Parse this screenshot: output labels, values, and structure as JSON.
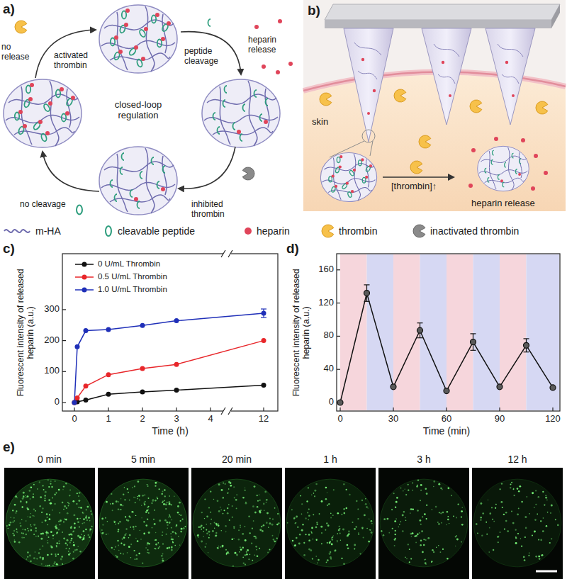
{
  "diagram": {
    "nodes": [
      {
        "text": [
          "skin",
          "[thrombin]↑",
          "heparin release"
        ]
      },
      {
        "text": [
          "0 min"
        ]
      },
      {
        "text": [
          "5 min"
        ]
      },
      {
        "text": [
          "20 min"
        ]
      },
      {
        "text": [
          "1 h"
        ]
      },
      {
        "text": [
          "3 h"
        ]
      },
      {
        "text": [
          "12 h"
        ]
      }
    ],
    "labels": [
      "a)",
      "activated thrombin",
      "peptide cleavage",
      "heparin release",
      "inhibited thrombin",
      "no cleavage",
      "no release",
      "closed-loop regulation",
      "b)",
      "c)",
      "Fluorescent intensity of released heparin (a.u.)",
      "0",
      "100",
      "200",
      "300",
      "0",
      "1",
      "2",
      "3",
      "4",
      "12",
      "Time (h)",
      "d)",
      "Fluorescent intensity of released heparin (a.u.)",
      "0",
      "40",
      "80",
      "120",
      "160",
      "0",
      "30",
      "60",
      "90",
      "120",
      "Time (min)",
      "e)"
    ],
    "legend": [
      {
        "text": "m-HA"
      },
      {
        "text": "cleavable peptide"
      },
      {
        "text": "heparin"
      },
      {
        "text": "thrombin"
      },
      {
        "text": "inactivated thrombin"
      },
      {
        "text": "0 U/mL Thrombin"
      },
      {
        "text": "0.5 U/mL Thrombin"
      },
      {
        "text": "1.0 U/mL Thrombin"
      }
    ]
  }
}
